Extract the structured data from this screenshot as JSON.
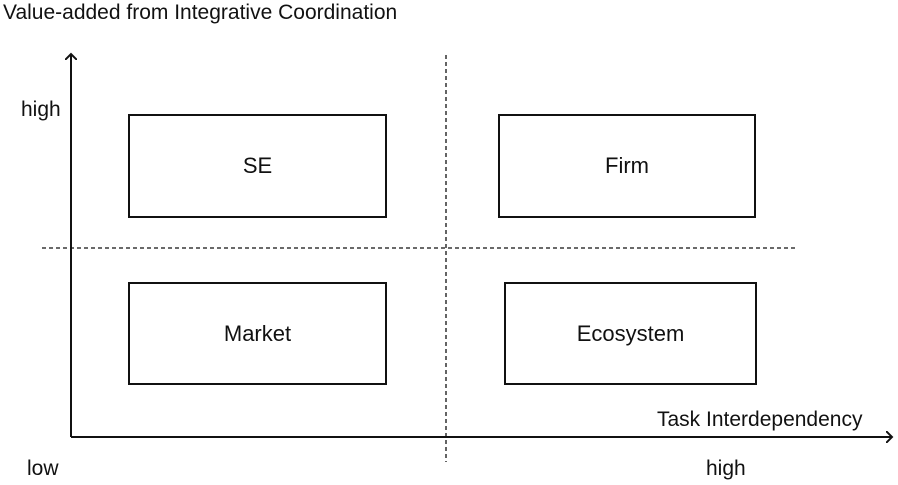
{
  "diagram": {
    "y_axis": {
      "title": "Value-added from Integrative Coordination",
      "high_label": "high"
    },
    "x_axis": {
      "title": "Task Interdependency",
      "low_label": "low",
      "high_label": "high"
    },
    "quadrants": {
      "top_left": "SE",
      "top_right": "Firm",
      "bottom_left": "Market",
      "bottom_right": "Ecosystem"
    }
  }
}
